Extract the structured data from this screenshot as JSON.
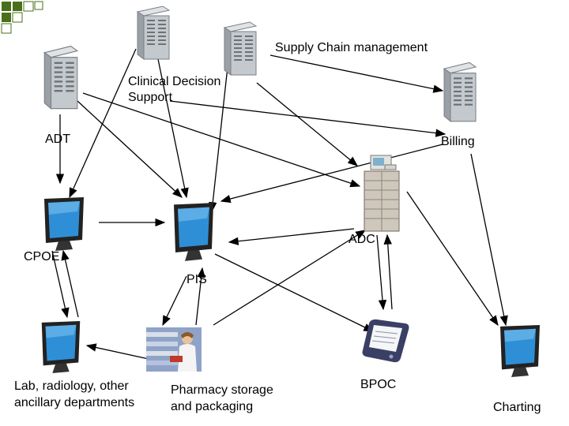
{
  "theme": {
    "accent": "#4a6f1a",
    "monitor_screen": "#2f8fd6",
    "server_body": "#b9bec4"
  },
  "nodes": {
    "clinical_decision_support": {
      "label": "Clinical Decision Support",
      "icon": "server-icon"
    },
    "supply_chain": {
      "label": "Supply Chain management",
      "icon": "server-icon"
    },
    "adt": {
      "label": "ADT",
      "icon": "server-icon"
    },
    "billing": {
      "label": "Billing",
      "icon": "server-icon"
    },
    "cpoe": {
      "label": "CPOE",
      "icon": "monitor-icon"
    },
    "pis": {
      "label": "PIS",
      "icon": "monitor-icon"
    },
    "adc": {
      "label": "ADC",
      "icon": "dispensing-cabinet-icon"
    },
    "lab": {
      "label": "Lab, radiology, other ancillary departments",
      "icon": "monitor-icon"
    },
    "pharmacy": {
      "label": "Pharmacy storage and packaging",
      "icon": "pharmacy-photo"
    },
    "bpoc": {
      "label": "BPOC",
      "icon": "handheld-device-icon"
    },
    "charting": {
      "label": "Charting",
      "icon": "monitor-icon"
    }
  }
}
